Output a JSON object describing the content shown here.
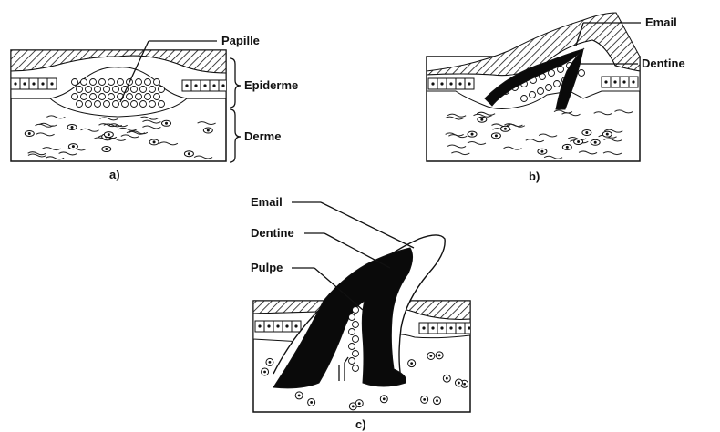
{
  "panels": {
    "a": {
      "caption": "a)",
      "labels": {
        "papille": "Papille",
        "epiderme": "Epiderme",
        "derme": "Derme"
      }
    },
    "b": {
      "caption": "b)",
      "labels": {
        "email": "Email",
        "dentine": "Dentine"
      }
    },
    "c": {
      "caption": "c)",
      "labels": {
        "email": "Email",
        "dentine": "Dentine",
        "pulpe": "Pulpe"
      }
    }
  },
  "colors": {
    "ink": "#111111",
    "paper": "#ffffff",
    "dentine": "#0a0a0a"
  }
}
